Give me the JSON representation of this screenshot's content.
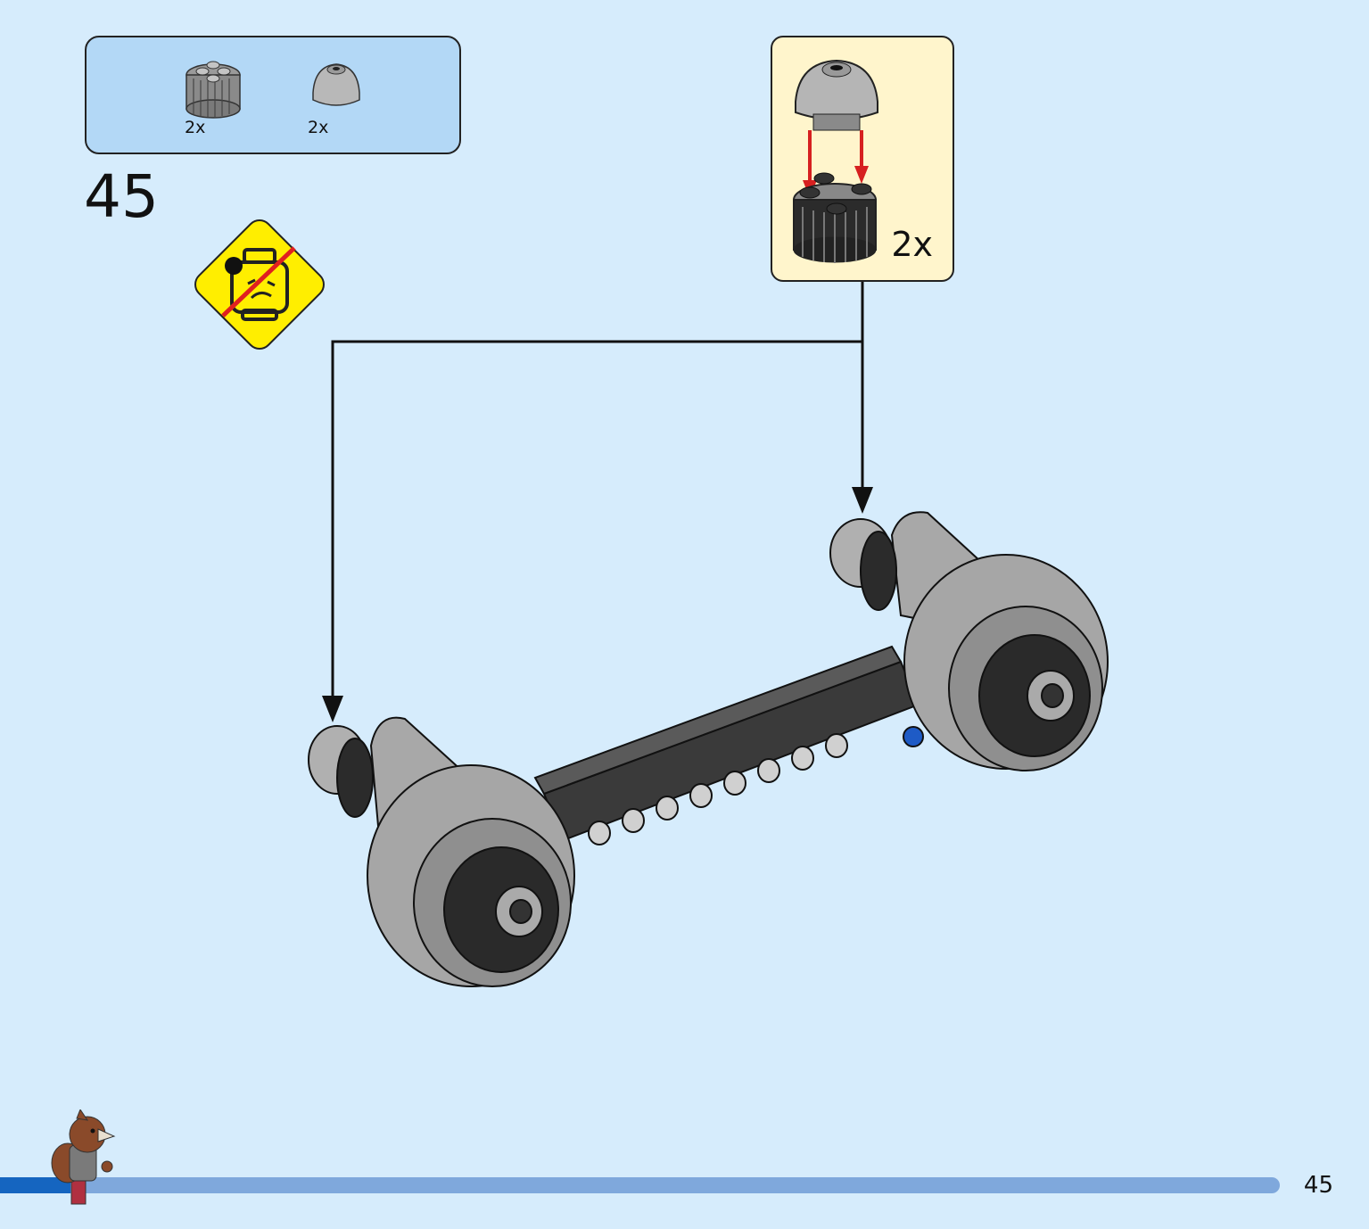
{
  "parts_list": {
    "items": [
      {
        "name": "round-brick-icon",
        "quantity": "2x"
      },
      {
        "name": "dome-cone-icon",
        "quantity": "2x"
      }
    ]
  },
  "step": {
    "number": "45"
  },
  "subassembly": {
    "quantity": "2x"
  },
  "warning": {
    "icon": "no-small-parts-warning-icon",
    "color": "#ffee00",
    "slash_color": "#e02020"
  },
  "progress": {
    "fraction": 0.055,
    "fill_color": "#1565c0",
    "track_color": "#7fa8dc"
  },
  "footer": {
    "page_number": "45"
  },
  "colors": {
    "background": "#d6ecfc",
    "parts_box": "#b3d8f6",
    "subassembly_box": "#fff5cc",
    "arrow_red": "#d62020"
  }
}
